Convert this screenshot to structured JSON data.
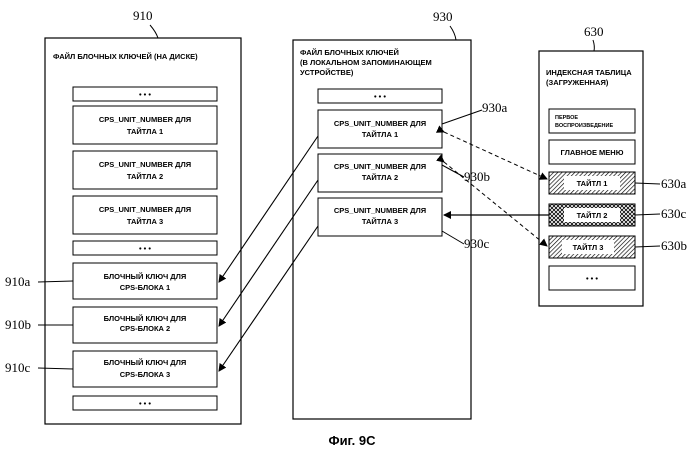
{
  "figure_caption": "Фиг. 9C",
  "left_panel": {
    "ref": "910",
    "title": "ФАЙЛ БЛОЧНЫХ КЛЮЧЕЙ (НА ДИСКЕ)",
    "dots": "• • •",
    "entries": [
      {
        "line1": "CPS_UNIT_NUMBER ДЛЯ",
        "line2": "ТАЙТЛА  1"
      },
      {
        "line1": "CPS_UNIT_NUMBER ДЛЯ",
        "line2": "ТАЙТЛА  2"
      },
      {
        "line1": "CPS_UNIT_NUMBER ДЛЯ",
        "line2": "ТАЙТЛА  3"
      }
    ],
    "keys": [
      {
        "ref": "910a",
        "line1": "БЛОЧНЫЙ КЛЮЧ ДЛЯ",
        "line2": "CPS-БЛОКА  1"
      },
      {
        "ref": "910b",
        "line1": "БЛОЧНЫЙ КЛЮЧ ДЛЯ",
        "line2": "CPS-БЛОКА  2"
      },
      {
        "ref": "910c",
        "line1": "БЛОЧНЫЙ КЛЮЧ ДЛЯ",
        "line2": "CPS-БЛОКА  3"
      }
    ]
  },
  "middle_panel": {
    "ref": "930",
    "title_lines": [
      "ФАЙЛ БЛОЧНЫХ КЛЮЧЕЙ",
      "(В ЛОКАЛЬНОМ ЗАПОМИНАЮЩЕМ",
      "УСТРОЙСТВЕ)"
    ],
    "dots": "• • •",
    "entries": [
      {
        "ref": "930a",
        "line1": "CPS_UNIT_NUMBER ДЛЯ",
        "line2": "ТАЙТЛА  1"
      },
      {
        "ref": "930b",
        "line1": "CPS_UNIT_NUMBER ДЛЯ",
        "line2": "ТАЙТЛА  2"
      },
      {
        "ref": "930c",
        "line1": "CPS_UNIT_NUMBER ДЛЯ",
        "line2": "ТАЙТЛА  3"
      }
    ]
  },
  "right_panel": {
    "ref": "630",
    "title_lines": [
      "ИНДЕКСНАЯ ТАБЛИЦА",
      "(ЗАГРУЖЕННАЯ)"
    ],
    "first_play_lines": [
      "ПЕРВОЕ",
      "ВОСПРОИЗВЕДЕНИЕ"
    ],
    "top_menu": "ГЛАВНОЕ МЕНЮ",
    "titles": [
      {
        "ref": "630a",
        "label": "ТАЙТЛ  1"
      },
      {
        "ref": "630c",
        "label": "ТАЙТЛ  2"
      },
      {
        "ref": "630b",
        "label": "ТАЙТЛ  3"
      }
    ],
    "dots": "• • •"
  }
}
